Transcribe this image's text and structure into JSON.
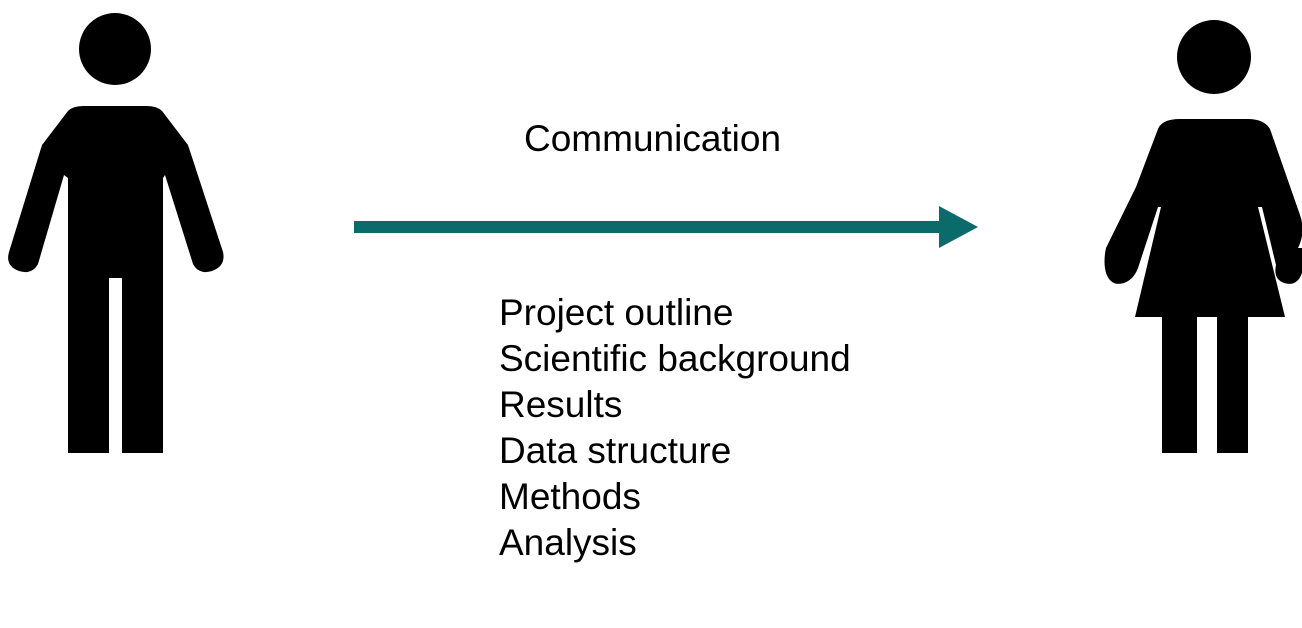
{
  "diagram": {
    "sender_icon": "man-icon",
    "receiver_icon": "woman-icon",
    "connector_icon": "arrow-right-icon",
    "connector_label": "Communication",
    "topics": [
      "Project outline",
      "Scientific background",
      "Results",
      "Data structure",
      "Methods",
      "Analysis"
    ]
  },
  "colors": {
    "figure": "#000000",
    "arrow": "#0b6a6a",
    "background": "#ffffff"
  }
}
